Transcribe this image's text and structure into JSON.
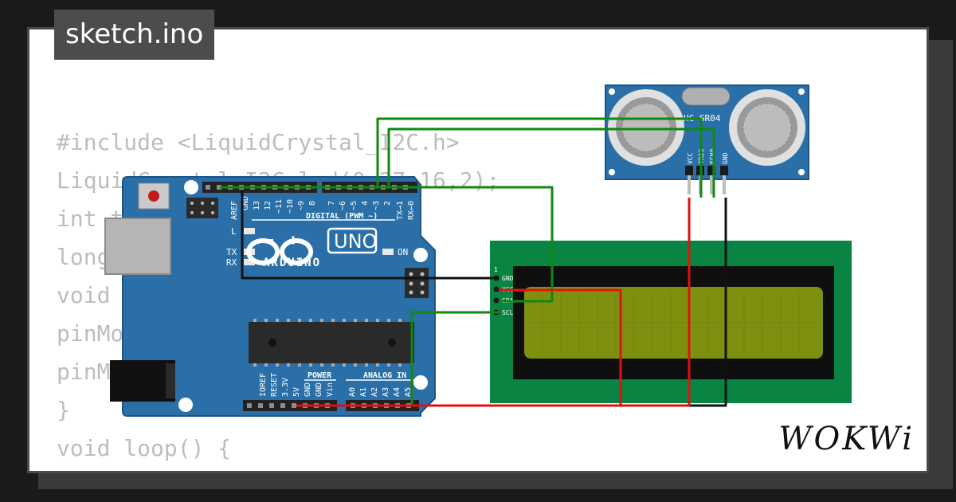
{
  "window": {
    "title": "sketch.ino"
  },
  "code_lines": [
    "#include <LiquidCrystal_I2C.h>",
    "LiquidCrystal_I2C lcd(0x27,16,2);",
    "int t",
    "long",
    "void",
    "pinMo",
    "pinM",
    "}",
    "",
    "void loop() {"
  ],
  "arduino": {
    "brand": "ARDUINO",
    "model": "UNO",
    "on_label": "ON",
    "tx_label": "TX",
    "rx_label": "RX",
    "l_label": "L",
    "digital_label": "DIGITAL (PWM ~)",
    "power_label": "POWER",
    "analog_label": "ANALOG IN",
    "aref": "AREF",
    "gnd_top": "GND",
    "digital_pins": [
      "13",
      "12",
      "~11",
      "~10",
      "~9",
      "8",
      "7",
      "~6",
      "~5",
      "4",
      "~3",
      "2",
      "TX→1",
      "RX←0"
    ],
    "power_pins": [
      "IOREF",
      "RESET",
      "3.3V",
      "5V",
      "GND",
      "GND",
      "Vin"
    ],
    "analog_pins": [
      "A0",
      "A1",
      "A2",
      "A3",
      "A4",
      "A5"
    ]
  },
  "sensor": {
    "label": "HC-SR04",
    "pins": [
      "VCC",
      "TRIG",
      "ECHO",
      "GND"
    ]
  },
  "lcd": {
    "pins": [
      "GND",
      "VCC",
      "SDA",
      "SCL"
    ],
    "pin1": "1"
  },
  "brand": {
    "logo": "WOKWi"
  },
  "colors": {
    "wire_green": "#118811",
    "wire_red": "#e01010",
    "wire_black": "#111111",
    "board": "#2a6fa8",
    "lcd_pcb": "#0a8442",
    "lcd_screen": "#7f8f10"
  }
}
